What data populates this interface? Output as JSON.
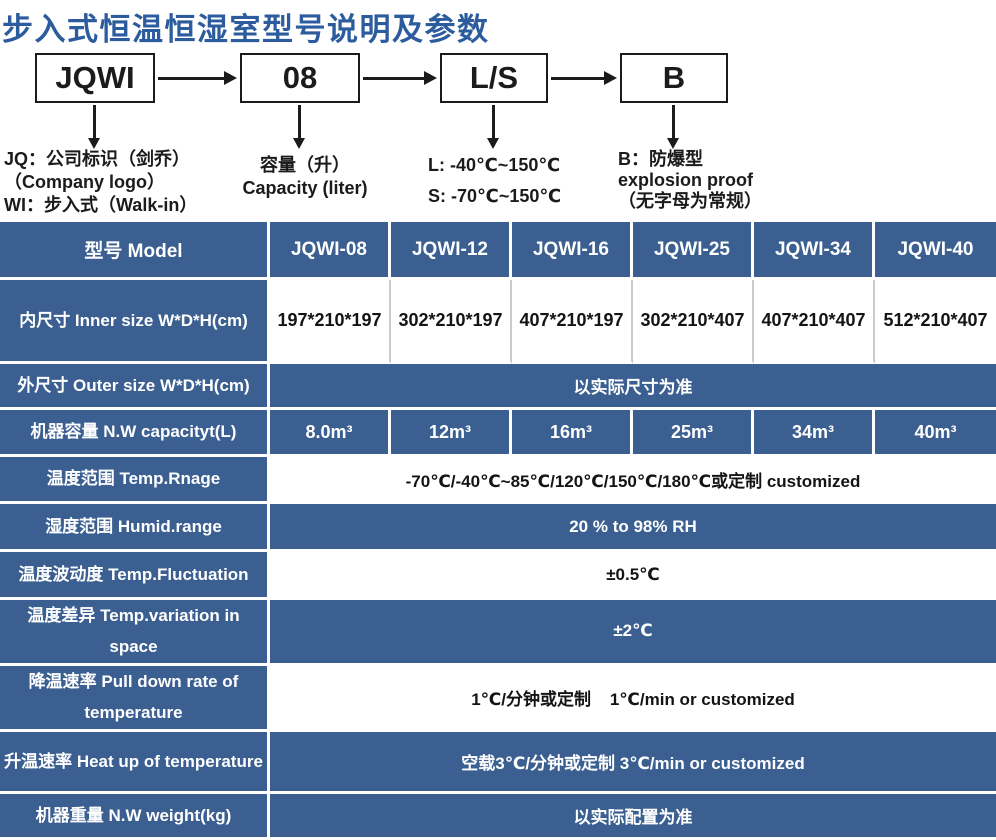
{
  "page": {
    "title": "步入式恒温恒湿室型号说明及参数"
  },
  "diagram": {
    "boxes": [
      {
        "label": "JQWI",
        "desc": "JQ：公司标识（剑乔）\n（Company logo）\nWI：步入式（Walk-in）"
      },
      {
        "label": "08",
        "desc": "容量（升）\nCapacity (liter)"
      },
      {
        "label": "L/S",
        "desc": "L: -40℃~150℃\nS: -70℃~150℃"
      },
      {
        "label": "B",
        "desc": "B：防爆型\nexplosion proof\n（无字母为常规）"
      }
    ]
  },
  "table": {
    "header": {
      "label": "型号 Model",
      "models": [
        "JQWI-08",
        "JQWI-12",
        "JQWI-16",
        "JQWI-25",
        "JQWI-34",
        "JQWI-40"
      ]
    },
    "rows": [
      {
        "label": "内尺寸 Inner size W*D*H(cm)",
        "values": [
          "197*210*197",
          "302*210*197",
          "407*210*197",
          "302*210*407",
          "407*210*407",
          "512*210*407"
        ]
      },
      {
        "label": "外尺寸 Outer size W*D*H(cm)",
        "value": "以实际尺寸为准"
      },
      {
        "label": "机器容量 N.W capacityt(L)",
        "values": [
          "8.0m³",
          "12m³",
          "16m³",
          "25m³",
          "34m³",
          "40m³"
        ]
      },
      {
        "label": "温度范围 Temp.Rnage",
        "value": "-70℃/-40℃~85℃/120℃/150℃/180℃或定制 customized"
      },
      {
        "label": "湿度范围 Humid.range",
        "value": "20 % to 98% RH"
      },
      {
        "label": "温度波动度 Temp.Fluctuation",
        "value": "±0.5℃"
      },
      {
        "label": "温度差异 Temp.variation in space",
        "value": "±2℃"
      },
      {
        "label": "降温速率 Pull down rate of temperature",
        "value": "1℃/分钟或定制    1℃/min or customized"
      },
      {
        "label": "升温速率 Heat up of temperature",
        "value": "空载3℃/分钟或定制 3℃/min or customized"
      },
      {
        "label": "机器重量 N.W weight(kg)",
        "value": "以实际配置为准"
      }
    ]
  },
  "colors": {
    "cell_blue": "#3a5f90",
    "title_blue": "#2d5c9e",
    "text_black": "#141414"
  }
}
